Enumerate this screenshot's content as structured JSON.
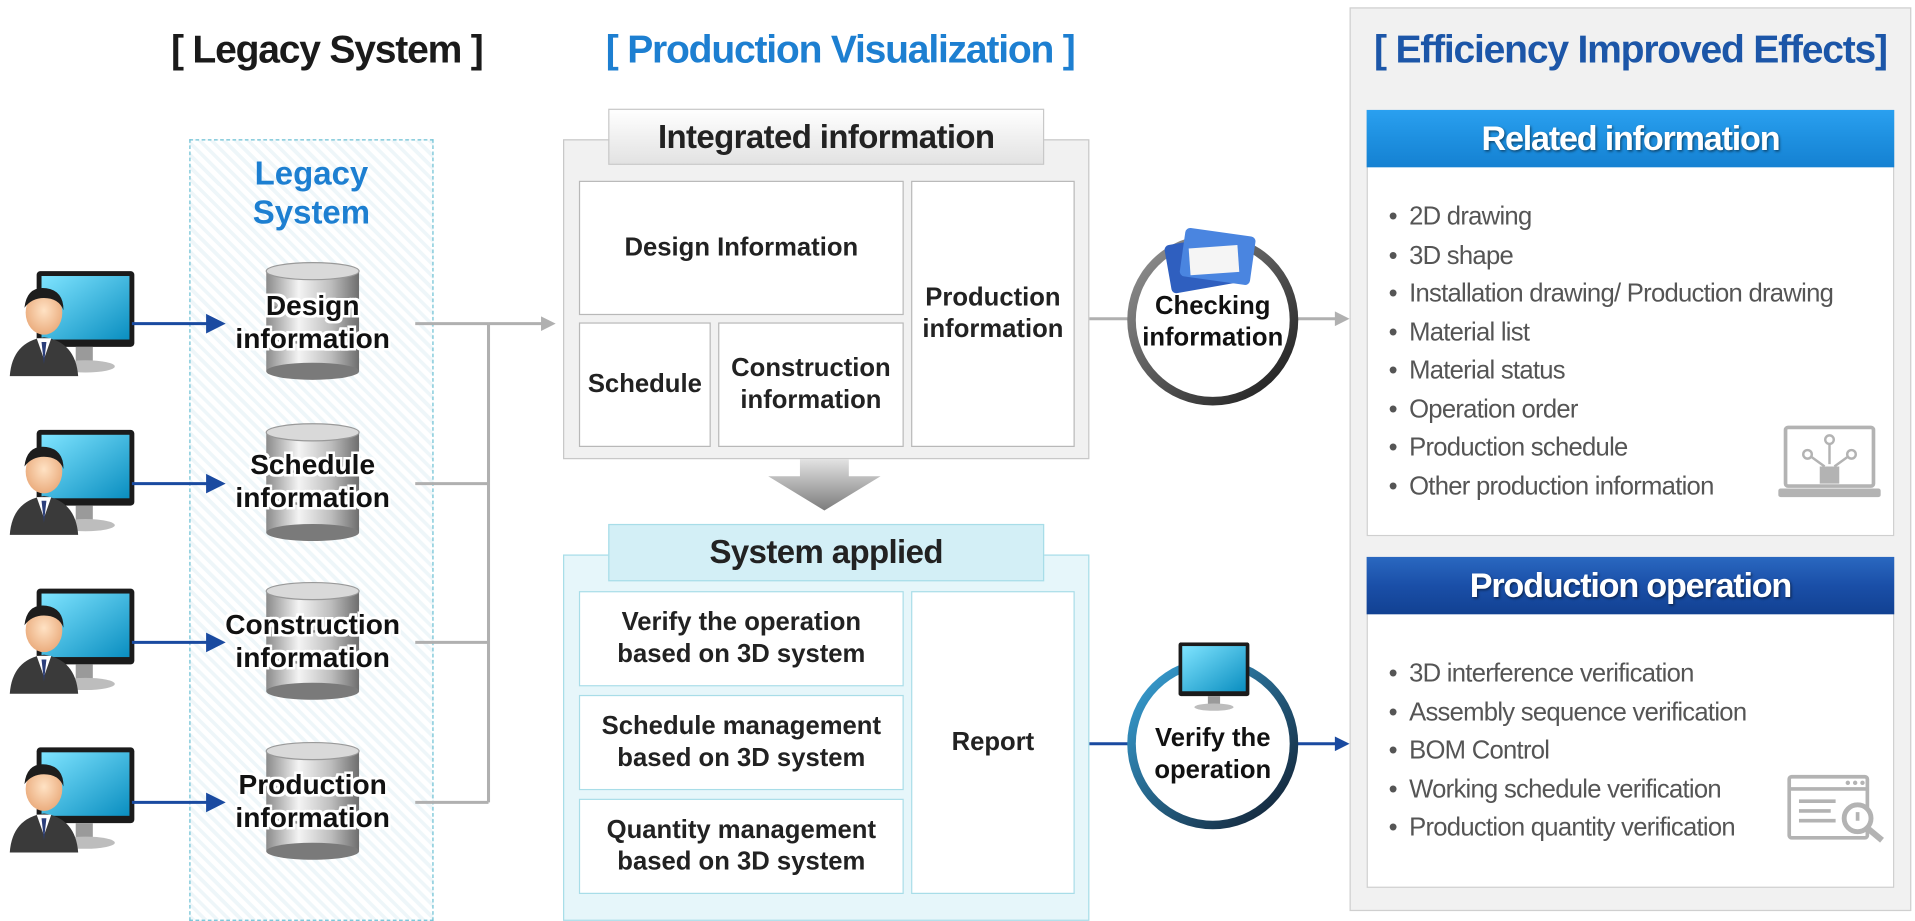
{
  "headers": {
    "legacy": "[ Legacy System ]",
    "visualization": "[ Production Visualization ]",
    "efficiency": "[ Efficiency Improved Effects]"
  },
  "legacy_system": {
    "title_line1": "Legacy",
    "title_line2": "System",
    "databases": [
      {
        "line1": "Design",
        "line2": "information"
      },
      {
        "line1": "Schedule",
        "line2": "information"
      },
      {
        "line1": "Construction",
        "line2": "information"
      },
      {
        "line1": "Production",
        "line2": "information"
      }
    ]
  },
  "integrated": {
    "title": "Integrated information",
    "design": "Design Information",
    "schedule": "Schedule",
    "construction_line1": "Construction",
    "construction_line2": "information",
    "production_line1": "Production",
    "production_line2": "information"
  },
  "system_applied": {
    "title": "System applied",
    "items": [
      {
        "line1": "Verify the operation",
        "line2": "based on 3D system"
      },
      {
        "line1": "Schedule management",
        "line2": "based on 3D system"
      },
      {
        "line1": "Quantity management",
        "line2": "based on 3D system"
      }
    ],
    "report": "Report"
  },
  "circles": {
    "checking_line1": "Checking",
    "checking_line2": "information",
    "verify_line1": "Verify the",
    "verify_line2": "operation"
  },
  "related_information": {
    "title": "Related information",
    "items": [
      "2D drawing",
      "3D  shape",
      "Installation drawing/ Production drawing",
      "Material list",
      "Material status",
      "Operation order",
      "Production schedule",
      "Other production information"
    ]
  },
  "production_operation": {
    "title": "Production operation",
    "items": [
      "3D interference verification",
      "Assembly sequence verification",
      "BOM Control",
      "Working schedule verification",
      "Production quantity verification"
    ]
  },
  "colors": {
    "header_black": "#1a1a1a",
    "header_blue": "#1d7fd1",
    "header_dark_blue": "#1c56a8",
    "banner_blue": "#1e90e0",
    "banner_navy": "#1a4fa8",
    "arrow_blue": "#1a4aa0",
    "connector_gray": "#b0b0b0"
  }
}
